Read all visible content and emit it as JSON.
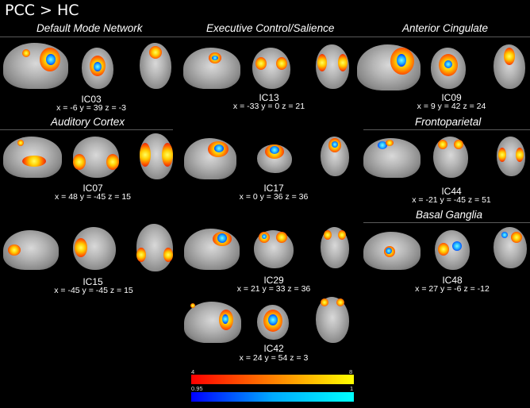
{
  "title": "PCC > HC",
  "networks": {
    "dmn": "Default Mode Network",
    "ecs": "Executive Control/Salience",
    "ac": "Anterior Cingulate",
    "aud": "Auditory Cortex",
    "fp": "Frontoparietal",
    "bg": "Basal Ganglia"
  },
  "components": {
    "ic03": {
      "name": "IC03",
      "coords": "x = -6 y = 39 z = -3"
    },
    "ic13": {
      "name": "IC13",
      "coords": "x = -33 y = 0 z = 21"
    },
    "ic09": {
      "name": "IC09",
      "coords": "x = 9 y = 42 z = 24"
    },
    "ic07": {
      "name": "IC07",
      "coords": "x = 48 y = -45 z = 15"
    },
    "ic17": {
      "name": "IC17",
      "coords": "x = 0 y = 36 z = 36"
    },
    "ic44": {
      "name": "IC44",
      "coords": "x = -21 y = -45 z = 51"
    },
    "ic48": {
      "name": "IC48",
      "coords": "x = 27 y = -6 z = -12"
    },
    "ic15": {
      "name": "IC15",
      "coords": "x = -45 y = -45 z = 15"
    },
    "ic29": {
      "name": "IC29",
      "coords": "x = 21 y = 33 z = 36"
    },
    "ic42": {
      "name": "IC42",
      "coords": "x = 24 y = 54 z = 3"
    }
  },
  "colorbars": {
    "hot_min": "4",
    "hot_max": "8",
    "cold_min": "0.95",
    "cold_max": "1",
    "hot_colors": [
      "#ff0000",
      "#ff8000",
      "#ffff00"
    ],
    "cold_colors": [
      "#0000ff",
      "#00aaff",
      "#00ffff"
    ]
  }
}
